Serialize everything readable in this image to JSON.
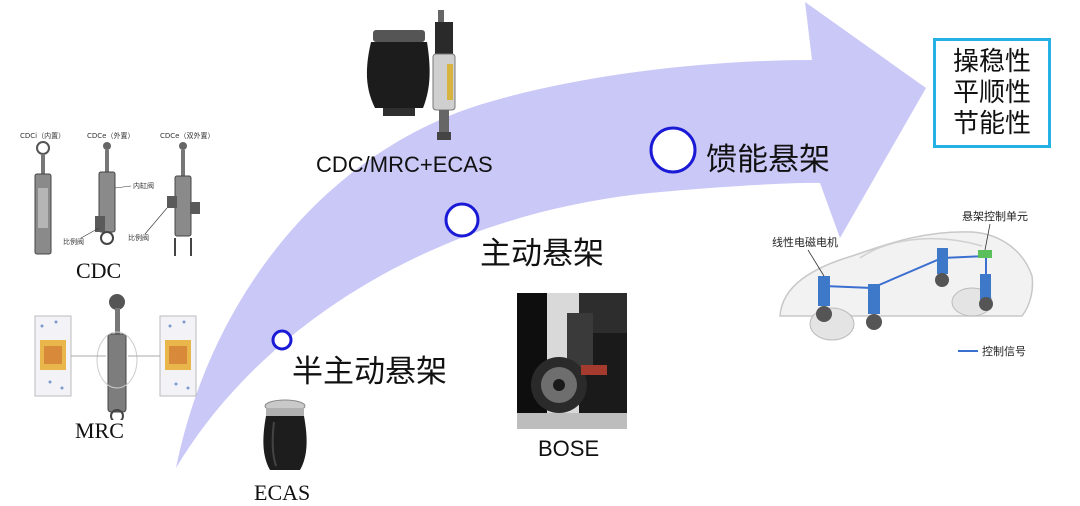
{
  "stages": [
    {
      "label": "半主动悬架"
    },
    {
      "label": "主动悬架"
    },
    {
      "label": "馈能悬架"
    }
  ],
  "products": {
    "cdc": "CDC",
    "mrc": "MRC",
    "ecas": "ECAS",
    "cdc_mrc_ecas": "CDC/MRC+ECAS",
    "bose": "BOSE"
  },
  "cdc_image_labels": {
    "type1": "CDCi（内置）",
    "type2": "CDCe（外置）",
    "type3": "CDCe（双外置）",
    "inner_valve": "内缸阀",
    "prop_valve_1": "比例阀",
    "prop_valve_2": "比例阀"
  },
  "outcomes": [
    "操稳性",
    "平顺性",
    "节能性"
  ],
  "car_labels": {
    "motor": "线性电磁电机",
    "control_unit": "悬架控制单元",
    "signal": "控制信号"
  },
  "colors": {
    "arrow": "#c9c8f7",
    "circle": "#1a1ad6",
    "outcome_border": "#25b0e6",
    "signal_line": "#3b6fd0"
  }
}
